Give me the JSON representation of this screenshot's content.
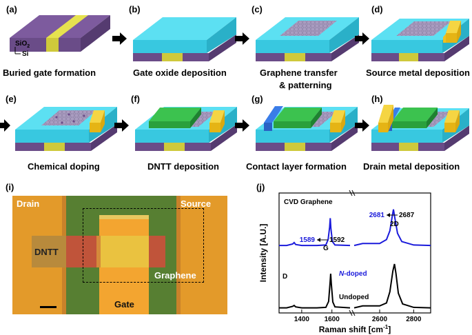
{
  "steps": [
    {
      "label": "(a)",
      "caption": "Buried gate formation",
      "sio2": "SiO",
      "sio2_sub": "2",
      "si": "Si"
    },
    {
      "label": "(b)",
      "caption": "Gate oxide deposition"
    },
    {
      "label": "(c)",
      "caption_line1": "Graphene transfer",
      "caption_line2": "& patterning"
    },
    {
      "label": "(d)",
      "caption": "Source metal deposition"
    },
    {
      "label": "(e)",
      "caption": "Chemical doping"
    },
    {
      "label": "(f)",
      "caption": "DNTT deposition"
    },
    {
      "label": "(g)",
      "caption": "Contact layer formation"
    },
    {
      "label": "(h)",
      "caption": "Drain metal deposition"
    }
  ],
  "micro": {
    "label": "(i)",
    "drain": "Drain",
    "source": "Source",
    "dntt": "DNTT",
    "graphene": "Graphene",
    "gate": "Gate"
  },
  "raman": {
    "label": "(j)",
    "title": "CVD Graphene",
    "ylabel": "Intensity [A.U.]",
    "xlabel": "Raman shift [cm",
    "xlabel_sup": "-1",
    "xlabel_end": "]",
    "ticks": [
      "1400",
      "1600",
      "2600",
      "2800"
    ],
    "peak_D": "D",
    "peak_G": "G",
    "peak_2D": "2D",
    "g_doped": "1589",
    "g_undoped": "1592",
    "twoD_doped": "2681",
    "twoD_undoped": "2687",
    "ndoped_n": "N",
    "ndoped_rest": "-doped",
    "undoped": "Undoped",
    "colors": {
      "doped": "#1a1adb",
      "undoped": "#000000",
      "label_blue": "#1a1adb"
    }
  },
  "chart_data": {
    "type": "line",
    "title": "CVD Graphene",
    "xlabel": "Raman shift [cm-1]",
    "ylabel": "Intensity [A.U.]",
    "xlim_left": [
      1250,
      1720
    ],
    "xlim_right": [
      2450,
      2900
    ],
    "series": [
      {
        "name": "N-doped",
        "x": [
          1250,
          1300,
          1340,
          1350,
          1360,
          1400,
          1500,
          1560,
          1575,
          1585,
          1589,
          1593,
          1603,
          1620,
          1720,
          2450,
          2500,
          2600,
          2640,
          2660,
          2675,
          2681,
          2690,
          2705,
          2730,
          2800,
          2900
        ],
        "values": [
          1.3,
          1.3,
          1.33,
          1.36,
          1.32,
          1.3,
          1.3,
          1.31,
          1.42,
          1.68,
          1.86,
          1.65,
          1.38,
          1.31,
          1.3,
          1.3,
          1.34,
          1.34,
          1.42,
          1.6,
          1.92,
          2.04,
          1.85,
          1.55,
          1.38,
          1.31,
          1.3
        ]
      },
      {
        "name": "Undoped",
        "x": [
          1250,
          1300,
          1340,
          1350,
          1360,
          1400,
          1500,
          1560,
          1578,
          1588,
          1592,
          1596,
          1606,
          1620,
          1720,
          2450,
          2500,
          2600,
          2640,
          2660,
          2678,
          2687,
          2696,
          2710,
          2735,
          2800,
          2900
        ],
        "values": [
          0.02,
          0.02,
          0.05,
          0.07,
          0.04,
          0.02,
          0.02,
          0.03,
          0.15,
          0.55,
          0.72,
          0.52,
          0.14,
          0.04,
          0.02,
          0.02,
          0.06,
          0.06,
          0.12,
          0.35,
          0.78,
          0.92,
          0.72,
          0.32,
          0.1,
          0.03,
          0.02
        ]
      }
    ]
  }
}
